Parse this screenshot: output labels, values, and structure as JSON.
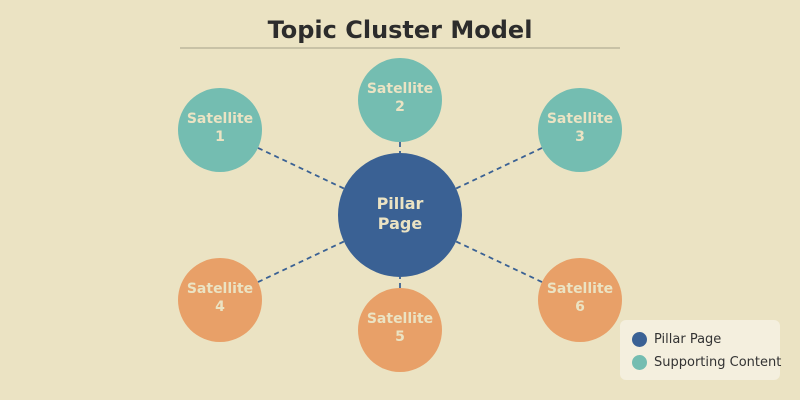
{
  "title": "Topic Cluster Model",
  "colors": {
    "background": "#ebe3c3",
    "pillar": "#3a6194",
    "supporting_teal": "#74bdb1",
    "supporting_orange": "#e8a068",
    "satellite_text": "#ebe3c3",
    "connector": "#3a6194",
    "title": "#2c2c2c"
  },
  "pillar": {
    "label_lines": [
      "Pillar",
      "Page"
    ]
  },
  "satellites": [
    {
      "label_lines": [
        "Satellite",
        "1"
      ],
      "color": "#74bdb1"
    },
    {
      "label_lines": [
        "Satellite",
        "2"
      ],
      "color": "#74bdb1"
    },
    {
      "label_lines": [
        "Satellite",
        "3"
      ],
      "color": "#74bdb1"
    },
    {
      "label_lines": [
        "Satellite",
        "4"
      ],
      "color": "#e8a068"
    },
    {
      "label_lines": [
        "Satellite",
        "5"
      ],
      "color": "#e8a068"
    },
    {
      "label_lines": [
        "Satellite",
        "6"
      ],
      "color": "#e8a068"
    }
  ],
  "legend": {
    "items": [
      {
        "label": "Pillar Page",
        "color": "#3a6194"
      },
      {
        "label": "Supporting Content",
        "color": "#74bdb1"
      }
    ]
  }
}
